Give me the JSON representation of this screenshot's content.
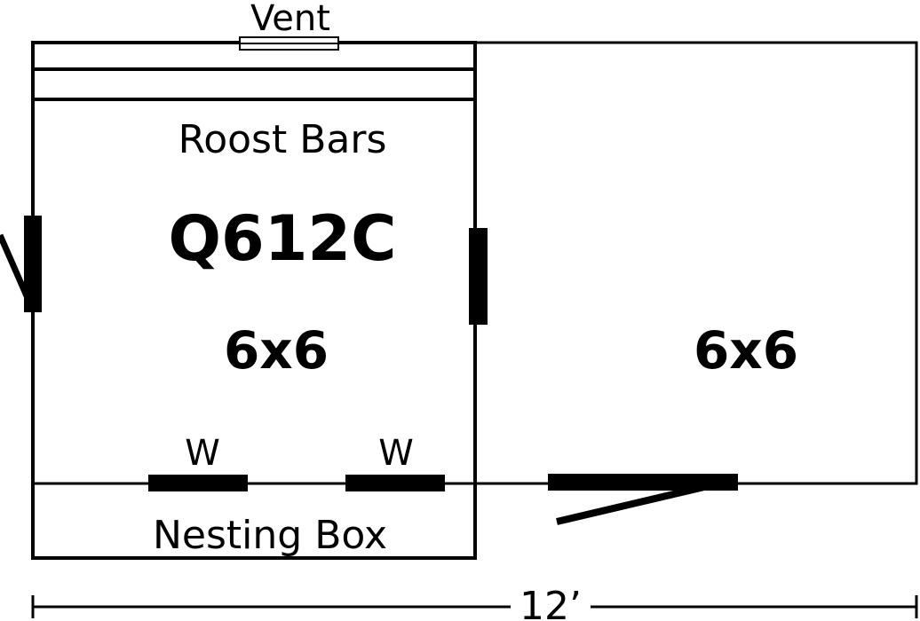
{
  "labels": {
    "vent": "Vent",
    "roost_bars": "Roost Bars",
    "model": "Q612C",
    "left_size": "6x6",
    "right_size": "6x6",
    "window_left": "W",
    "window_right": "W",
    "nesting_box": "Nesting Box",
    "overall_length": "12’"
  },
  "colors": {
    "line": "#000000",
    "background": "#ffffff"
  }
}
